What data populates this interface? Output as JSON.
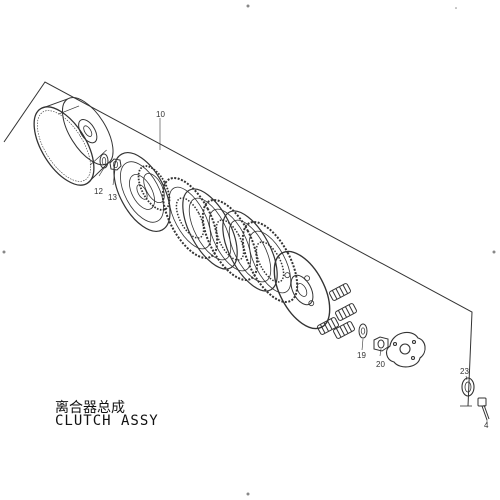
{
  "title": {
    "chinese": "离合器总成",
    "english": "CLUTCH ASSY"
  },
  "callouts": {
    "c10": "10",
    "c12": "12",
    "c13": "13",
    "c19": "19",
    "c20": "20",
    "c23": "23",
    "c4": "4"
  },
  "colors": {
    "line": "#333333",
    "background": "#ffffff"
  }
}
